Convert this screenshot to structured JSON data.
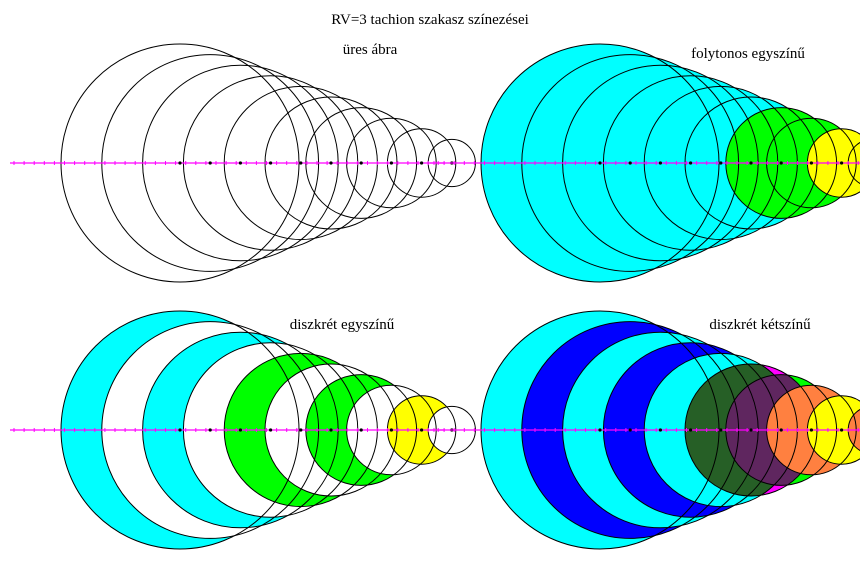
{
  "title": "RV=3 tachion szakasz színezései",
  "panels": [
    {
      "id": "empty",
      "label": "üres ábra"
    },
    {
      "id": "solid",
      "label": "folytonos egyszínű"
    },
    {
      "id": "discrete-one",
      "label": "diszkrét egyszínű"
    },
    {
      "id": "discrete-two",
      "label": "diszkrét kétszínű"
    }
  ],
  "colors": {
    "cyan": "#00ffff",
    "green": "#00ff00",
    "yellow": "#ffff00",
    "blue": "#0000ff",
    "magenta": "#ff00ff",
    "orange": "#ff8040",
    "dark_green": "#007000",
    "purple": "#700070",
    "white": "#ffffff",
    "axis": "#ff00ff",
    "outline": "#000000"
  }
}
